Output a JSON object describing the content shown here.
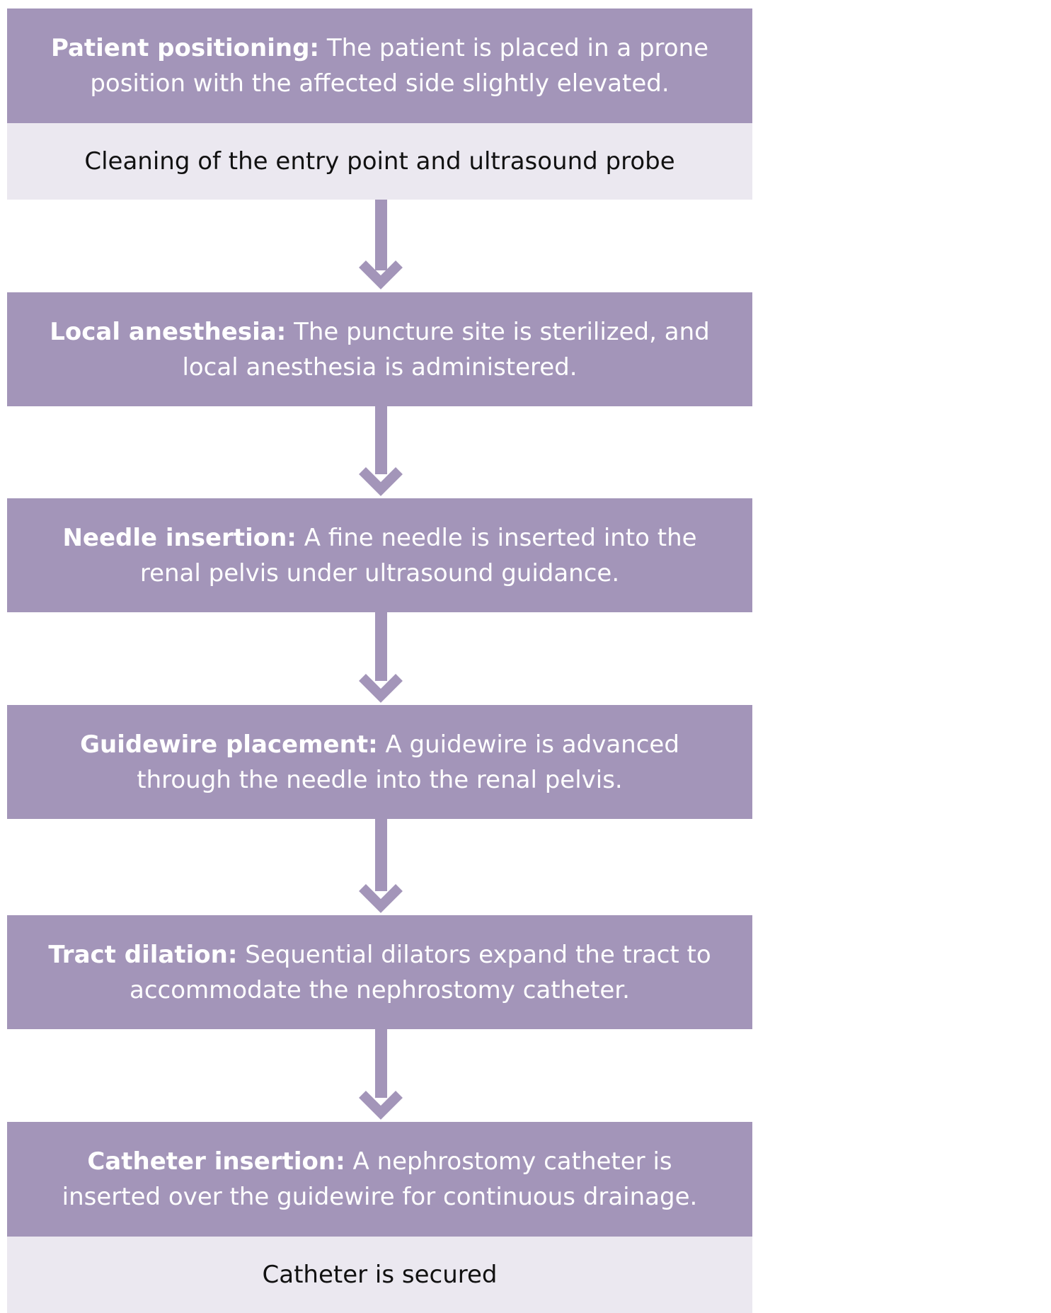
{
  "steps": [
    {
      "label": "Patient positioning:",
      "text": "The patient is placed in a prone position with the affected side slightly elevated."
    },
    {
      "label": "Local anesthesia:",
      "text": "The puncture site is sterilized, and local anesthesia is administered."
    },
    {
      "label": "Needle insertion:",
      "text": "A fine needle is inserted into the renal pelvis under ultrasound guidance."
    },
    {
      "label": "Guidewire placement:",
      "text": "A guidewire is advanced through the needle into the renal pelvis."
    },
    {
      "label": "Tract dilation:",
      "text": "Sequential dilators expand the tract to accommodate the nephrostomy catheter."
    },
    {
      "label": "Catheter insertion:",
      "text": "A nephrostomy catheter is inserted over the guidewire for continuous drainage."
    }
  ],
  "notes": {
    "after_step_1": "Cleaning of the entry point and ultrasound probe",
    "after_step_6": "Catheter is secured"
  },
  "colors": {
    "step_fill": "#a395b9",
    "note_fill": "#ebe8f0",
    "arrow": "#a395b9"
  }
}
